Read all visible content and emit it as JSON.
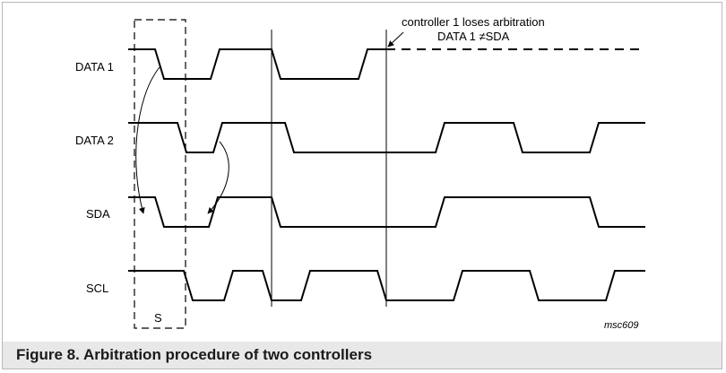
{
  "signals": {
    "data1": "DATA 1",
    "data2": "DATA 2",
    "sda": "SDA",
    "scl": "SCL"
  },
  "start_condition": "S",
  "annotation": {
    "line1": "controller 1 loses arbitration",
    "line2": "DATA 1 ≠SDA"
  },
  "figure_ref": "msc609",
  "caption": "Figure 8.  Arbitration procedure of two controllers"
}
